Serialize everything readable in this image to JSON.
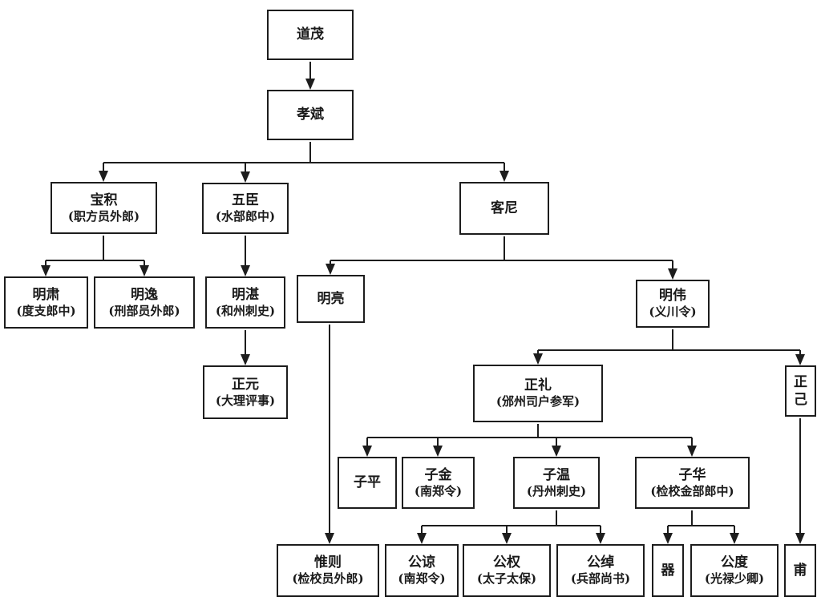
{
  "page": {
    "background_color": "#ffffff",
    "line_color": "#1d1d1d"
  },
  "nodes": {
    "daomao": {
      "name": "道茂"
    },
    "xiaobin": {
      "name": "孝斌"
    },
    "baoji": {
      "name": "宝积",
      "title": "(职方员外郎)"
    },
    "wuchen": {
      "name": "五臣",
      "title": "(水部郎中)"
    },
    "keni": {
      "name": "客尼"
    },
    "mingsu": {
      "name": "明肃",
      "title": "(度支郎中)"
    },
    "mingyi": {
      "name": "明逸",
      "title": "(刑部员外郎)"
    },
    "mingzhan": {
      "name": "明湛",
      "title": "(和州刺史)"
    },
    "mingliang": {
      "name": "明亮"
    },
    "mingwei": {
      "name": "明伟",
      "title": "(义川令)"
    },
    "zhengyuan": {
      "name": "正元",
      "title": "(大理评事)"
    },
    "zhengli": {
      "name": "正礼",
      "title": "(邠州司户参军)"
    },
    "zhengji": {
      "name": "正己"
    },
    "ziping": {
      "name": "子平"
    },
    "zijin": {
      "name": "子金",
      "title": "(南郑令)"
    },
    "ziwen": {
      "name": "子温",
      "title": "(丹州刺史)"
    },
    "zihua": {
      "name": "子华",
      "title": "(检校金部郎中)"
    },
    "weize": {
      "name": "惟则",
      "title": "(检校员外郎)"
    },
    "gongliang": {
      "name": "公谅",
      "title": "(南郑令)"
    },
    "gongquan": {
      "name": "公权",
      "title": "(太子太保)"
    },
    "gongchuo": {
      "name": "公绰",
      "title": "(兵部尚书)"
    },
    "qi": {
      "name": "器"
    },
    "gongdu": {
      "name": "公度",
      "title": "(光禄少卿)"
    },
    "fu": {
      "name": "甫"
    }
  },
  "edges": [
    {
      "from": "道茂",
      "to": [
        "孝斌"
      ]
    },
    {
      "from": "孝斌",
      "to": [
        "宝积",
        "五臣",
        "客尼"
      ]
    },
    {
      "from": "宝积",
      "to": [
        "明肃",
        "明逸"
      ]
    },
    {
      "from": "五臣",
      "to": [
        "明湛"
      ]
    },
    {
      "from": "客尼",
      "to": [
        "明亮",
        "明伟"
      ]
    },
    {
      "from": "明湛",
      "to": [
        "正元"
      ]
    },
    {
      "from": "明亮",
      "to": [
        "惟则"
      ]
    },
    {
      "from": "明伟",
      "to": [
        "正礼",
        "正己"
      ]
    },
    {
      "from": "正礼",
      "to": [
        "子平",
        "子金",
        "子温",
        "子华"
      ]
    },
    {
      "from": "正己",
      "to": [
        "甫"
      ]
    },
    {
      "from": "子温",
      "to": [
        "公谅",
        "公权",
        "公绰"
      ]
    },
    {
      "from": "子华",
      "to": [
        "器",
        "公度"
      ]
    }
  ]
}
